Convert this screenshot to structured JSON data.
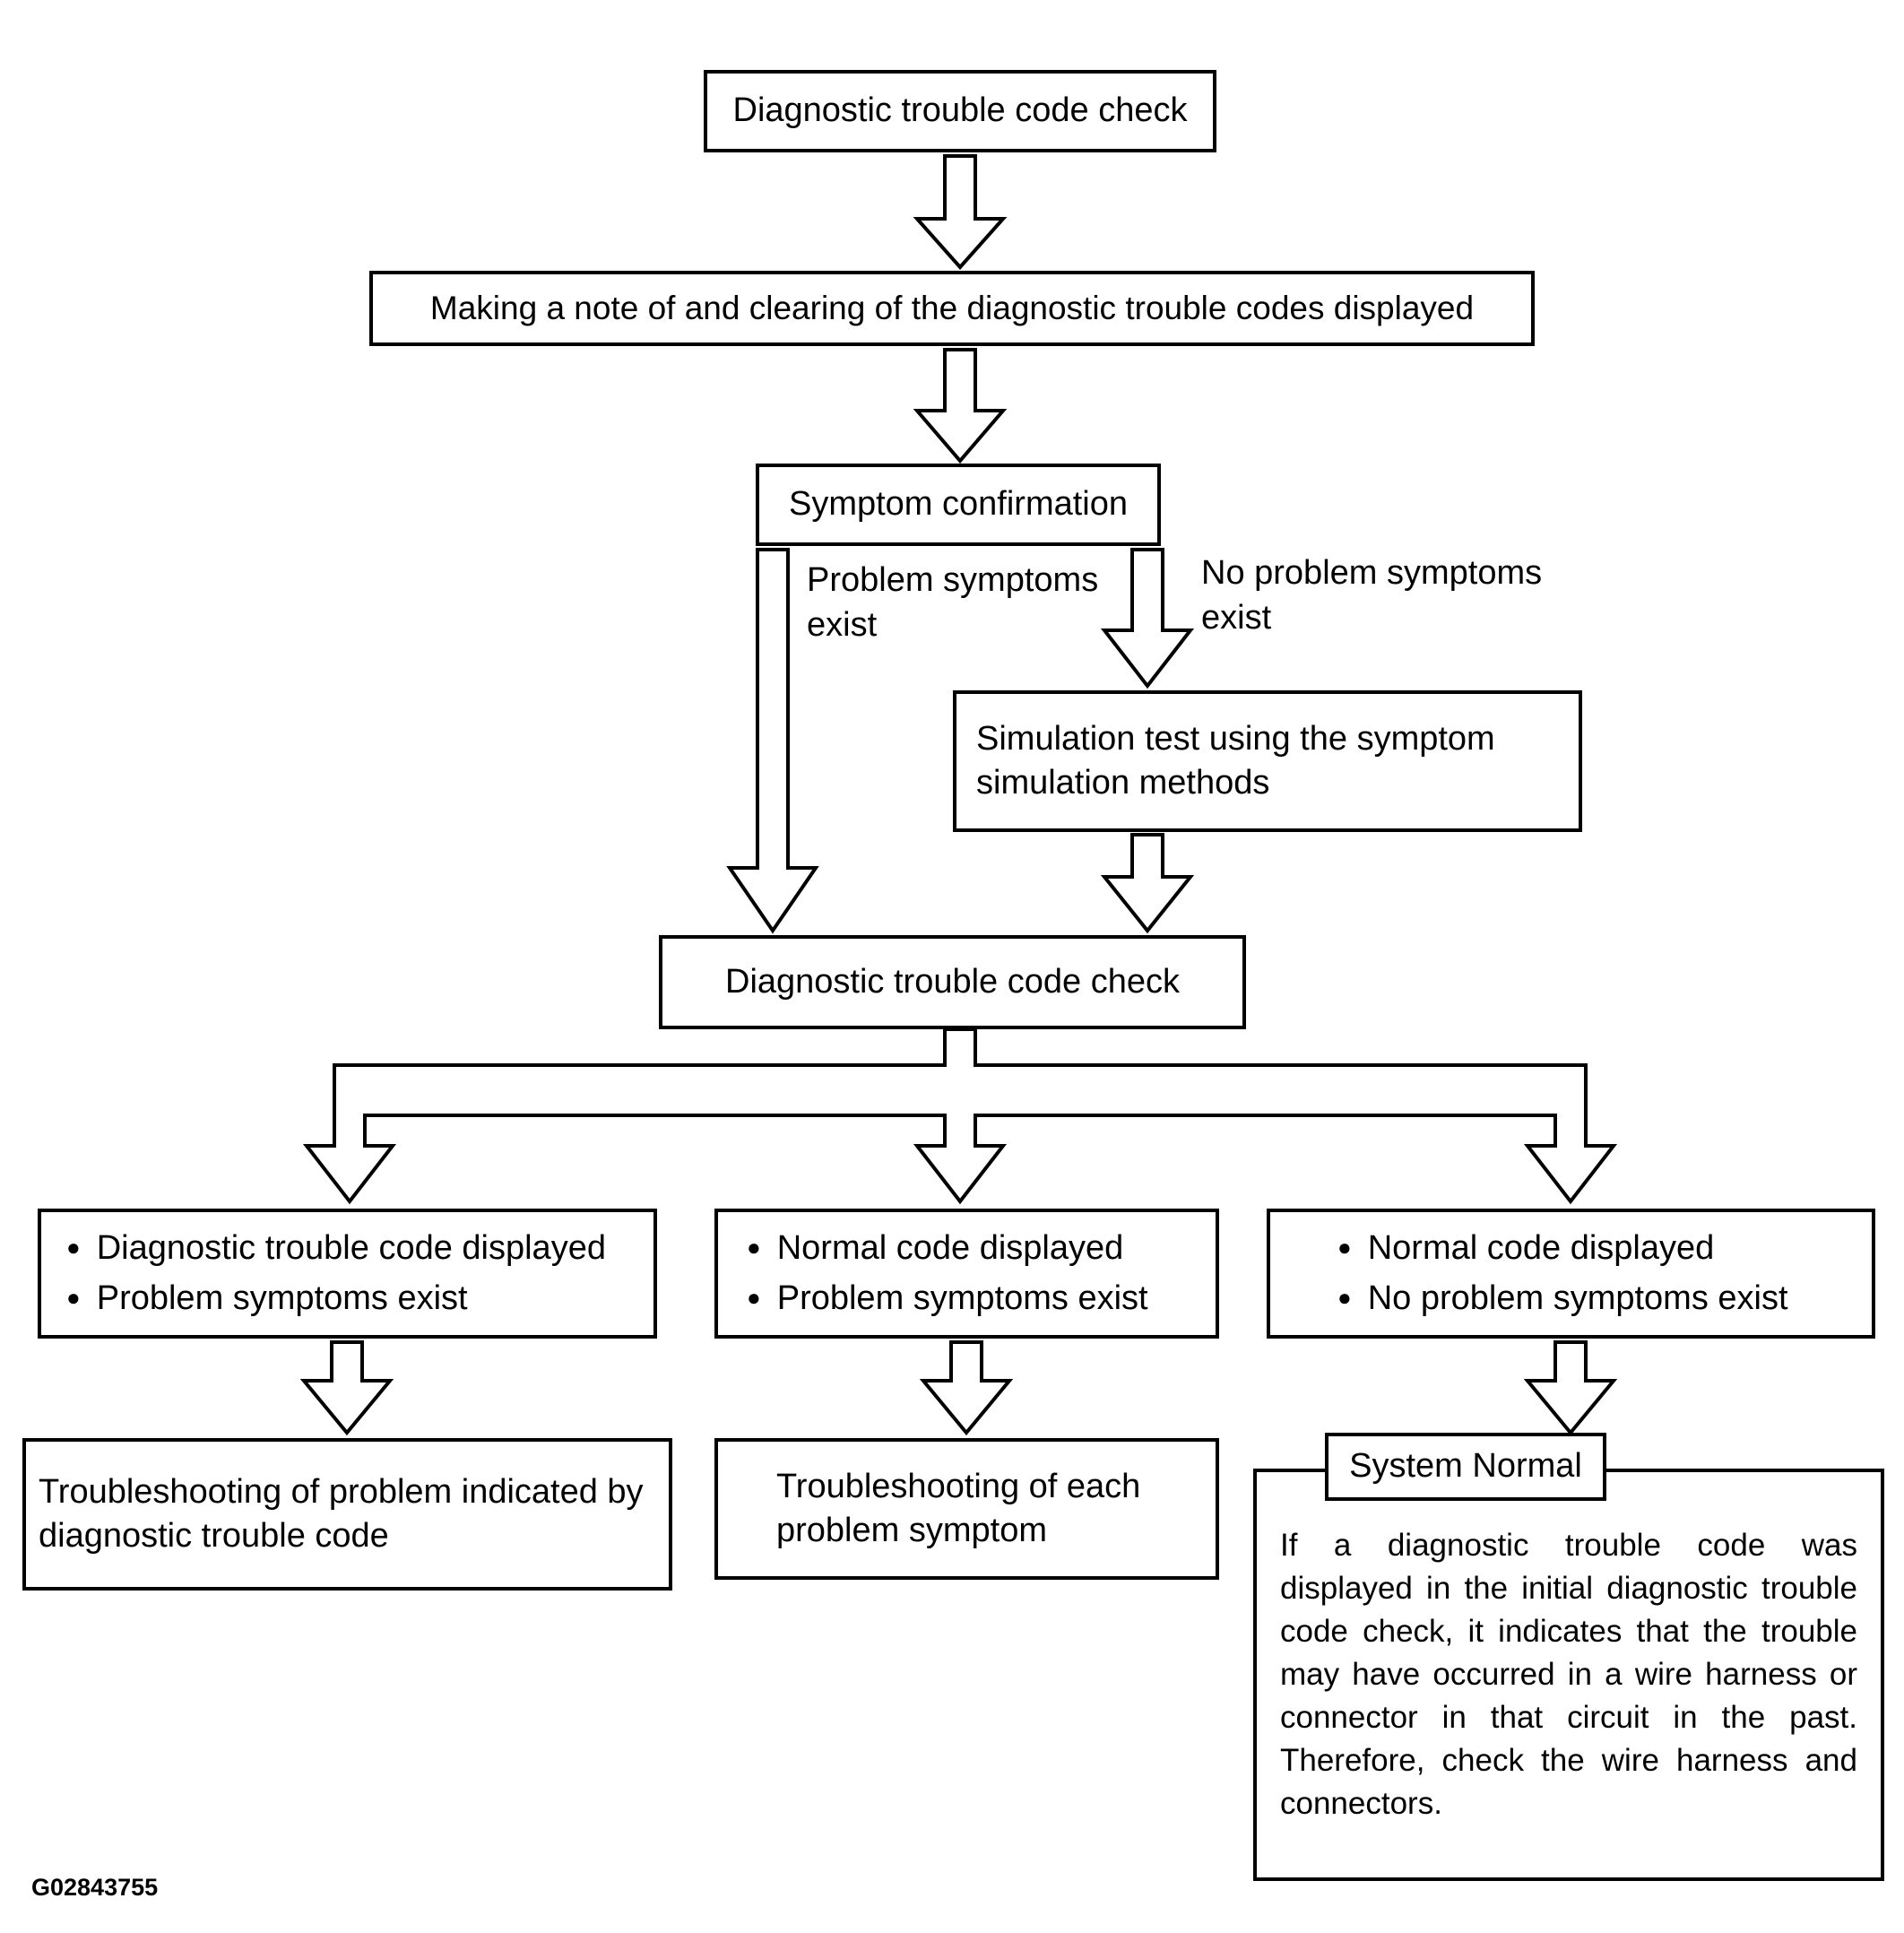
{
  "diagram": {
    "figure_code": "G02843755",
    "bullet_char": "●",
    "colors": {
      "line": "#000000",
      "background": "#ffffff",
      "text": "#000000"
    },
    "boxes": {
      "dtc_check_1": "Diagnostic trouble code check",
      "note_clear": "Making a note of and clearing of the diagnostic trouble codes displayed",
      "symptom_confirmation": "Symptom confirmation",
      "simulation_test": "Simulation test using the symptom simulation methods",
      "dtc_check_2": "Diagnostic trouble code check",
      "troubleshoot_dtc": "Troubleshooting of problem indicated by diagnostic trouble code",
      "troubleshoot_symptom": "Troubleshooting of each problem symptom",
      "system_normal": "System Normal",
      "system_normal_note": "If a diagnostic trouble code was displayed in the initial diagnostic trouble code check, it indicates that the trouble may have occurred in a wire harness or connector in that circuit in the past. Therefore, check the wire harness and connectors."
    },
    "branch_labels": {
      "problem_exist": "Problem symptoms exist",
      "no_problem_exist": "No problem symptoms exist"
    },
    "outcome_bullets": {
      "left": [
        "Diagnostic trouble code displayed",
        "Problem symptoms exist"
      ],
      "middle": [
        "Normal code displayed",
        "Problem symptoms exist"
      ],
      "right": [
        "Normal code displayed",
        "No problem symptoms exist"
      ]
    }
  }
}
